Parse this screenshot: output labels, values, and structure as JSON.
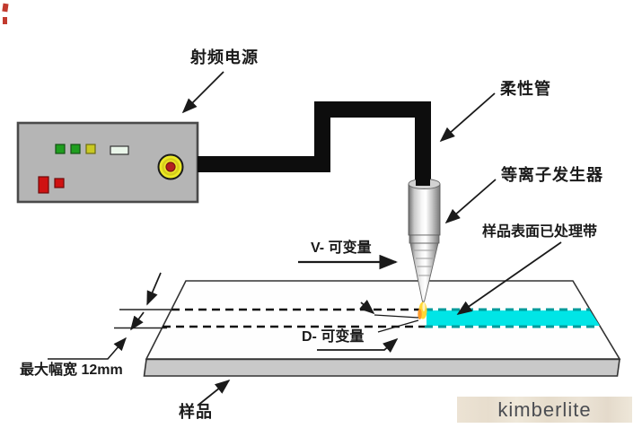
{
  "diagram": {
    "labels": {
      "rf_power": "射频电源",
      "flexible_tube": "柔性管",
      "plasma_generator": "等离子发生器",
      "treated_band": "样品表面已处理带",
      "v_variable": "V- 可变量",
      "d_variable": "D- 可变量",
      "max_width": "最大幅宽 12mm",
      "sample": "样品"
    },
    "watermark": {
      "text": "kimberlite"
    },
    "colors": {
      "cable": "#0d0d0d",
      "box_body": "#b5b5b5",
      "indicator_green": "#1f9e1f",
      "indicator_yellow": "#c9c922",
      "display_screen": "#eaf6ea",
      "switch_red": "#cf1212",
      "button_outer_yellow": "#ece926",
      "button_core_red": "#b32020",
      "treated_band_cyan": "#00e5e6",
      "dashed_teal": "#009b9b",
      "slab_top_white": "#fefefe",
      "slab_side_gray": "#c9c9c9",
      "flame_yellow": "#ffd836",
      "flame_orange": "#ff9a28",
      "line_dark": "#1a1a1a",
      "watermark_bg": "#e9e0d2",
      "watermark_text": "#4b4d52"
    }
  }
}
